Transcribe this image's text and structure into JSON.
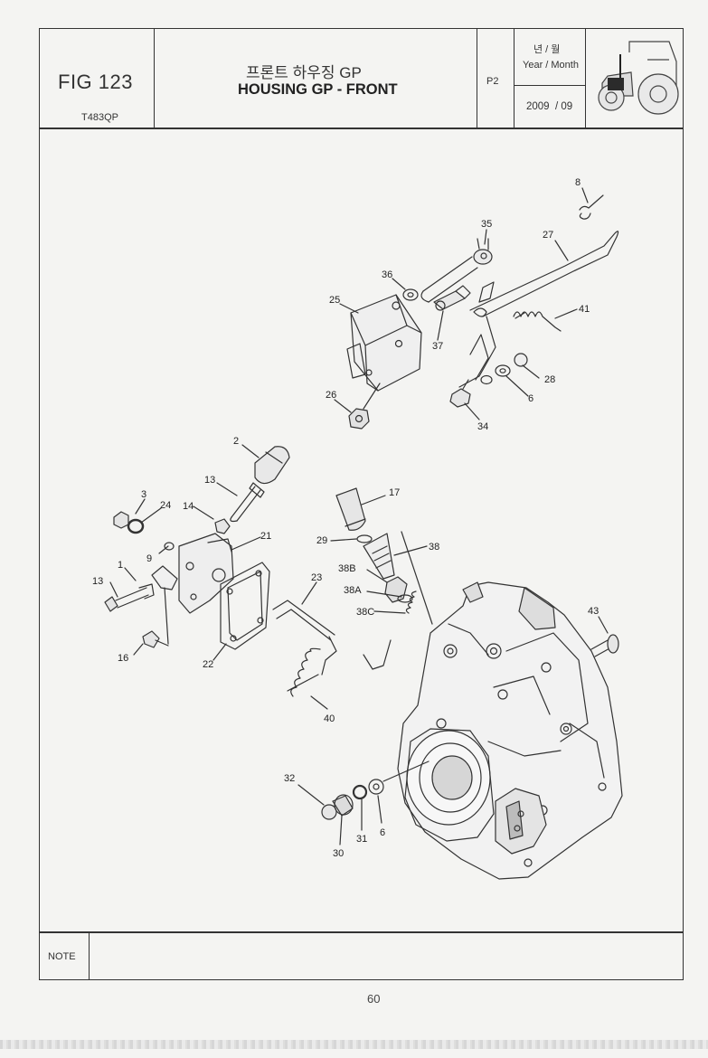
{
  "header": {
    "fig_label": "FIG 123",
    "model_code": "T483QP",
    "title_korean": "프론트 하우징 GP",
    "title_english": "HOUSING GP - FRONT",
    "page_code": "P2",
    "date_label_korean": "년 / 월",
    "date_label_english": "Year / Month",
    "date_value": "2009  / 09"
  },
  "callouts": [
    "8",
    "35",
    "27",
    "36",
    "25",
    "37",
    "41",
    "28",
    "6",
    "26",
    "34",
    "2",
    "13",
    "3",
    "24",
    "14",
    "21",
    "17",
    "29",
    "38",
    "9",
    "1",
    "38B",
    "13",
    "38A",
    "23",
    "38C",
    "43",
    "16",
    "22",
    "40",
    "32",
    "6",
    "31",
    "30"
  ],
  "note": {
    "label": "NOTE",
    "text": ""
  },
  "footer": {
    "page_number": "60"
  }
}
